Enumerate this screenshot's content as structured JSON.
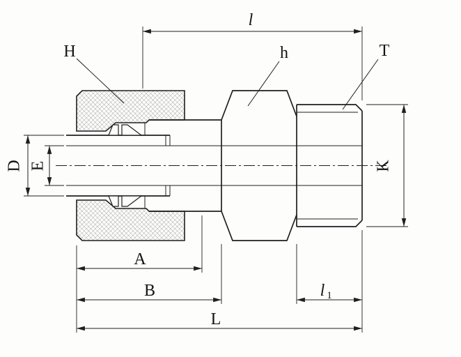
{
  "page": {
    "background": "#fdfdfc",
    "line_color": "#1f1f1f"
  },
  "diagram": {
    "labels": {
      "l": "l",
      "H": "H",
      "h": "h",
      "T": "T",
      "D": "D",
      "E": "E",
      "K": "K",
      "A": "A",
      "B": "B",
      "l1_main": "l",
      "l1_sub": "1",
      "L": "L"
    }
  }
}
